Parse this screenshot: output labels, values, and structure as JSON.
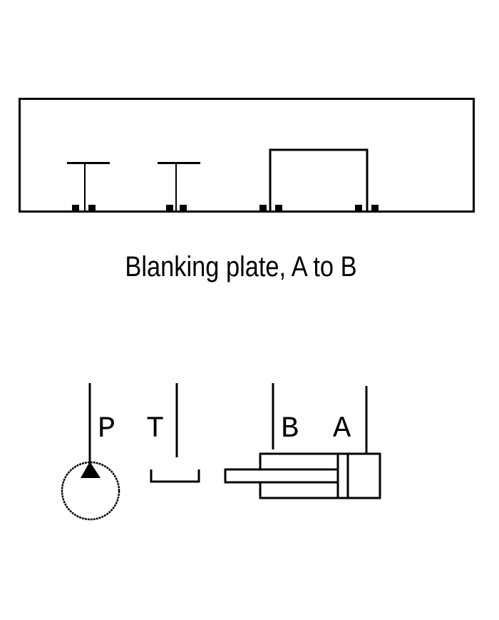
{
  "diagram": {
    "caption": "Blanking plate, A to B",
    "top_symbol": {
      "description": "Blanking plate port schematic with P and T plugged, A connected to B",
      "ports": [
        "P-plugged",
        "T-plugged",
        "A-B-connected"
      ]
    },
    "bottom_symbols": {
      "port_labels": {
        "P": "P",
        "T": "T",
        "B": "B",
        "A": "A"
      },
      "components": [
        "pump",
        "tank",
        "double-acting-cylinder"
      ]
    },
    "colors": {
      "line": "#000000",
      "background": "#ffffff"
    }
  }
}
